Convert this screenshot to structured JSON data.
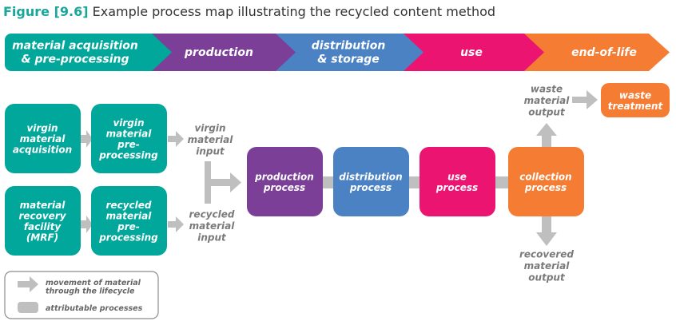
{
  "figure": {
    "number": "Figure [9.6]",
    "caption": "Example process map illustrating the recycled content method"
  },
  "colors": {
    "teal": "#00a79a",
    "purple": "#7b3f98",
    "blue": "#4b82c4",
    "magenta": "#ec1471",
    "orange": "#f57c33",
    "gray": "#bfbfbf",
    "label_gray": "#7a7a7a",
    "title_teal": "#1aa79b"
  },
  "stages": [
    {
      "id": "acquisition",
      "lines": [
        "material acquisition",
        "& pre-processing"
      ]
    },
    {
      "id": "production",
      "lines": [
        "production"
      ]
    },
    {
      "id": "distribution",
      "lines": [
        "distribution",
        "& storage"
      ]
    },
    {
      "id": "use",
      "lines": [
        "use"
      ]
    },
    {
      "id": "end-of-life",
      "lines": [
        "end-of-life"
      ]
    }
  ],
  "boxes": [
    {
      "id": "virgin-material-acquisition",
      "lines": [
        "virgin",
        "material",
        "acquisition"
      ]
    },
    {
      "id": "virgin-material-pre-processing",
      "lines": [
        "virgin",
        "material",
        "pre-",
        "processing"
      ]
    },
    {
      "id": "material-recovery-facility",
      "lines": [
        "material",
        "recovery",
        "facility",
        "(MRF)"
      ]
    },
    {
      "id": "recycled-material-pre-processing",
      "lines": [
        "recycled",
        "material",
        "pre-",
        "processing"
      ]
    },
    {
      "id": "production-process",
      "lines": [
        "production",
        "process"
      ]
    },
    {
      "id": "distribution-process",
      "lines": [
        "distribution",
        "process"
      ]
    },
    {
      "id": "use-process",
      "lines": [
        "use",
        "process"
      ]
    },
    {
      "id": "collection-process",
      "lines": [
        "collection",
        "process"
      ]
    },
    {
      "id": "waste-treatment",
      "lines": [
        "waste",
        "treatment"
      ]
    }
  ],
  "flow_labels": [
    {
      "id": "virgin-material-input",
      "lines": [
        "virgin",
        "material",
        "input"
      ]
    },
    {
      "id": "recycled-material-input",
      "lines": [
        "recycled",
        "material",
        "input"
      ]
    },
    {
      "id": "waste-material-output",
      "lines": [
        "waste",
        "material",
        "output"
      ]
    },
    {
      "id": "recovered-material-output",
      "lines": [
        "recovered",
        "material",
        "output"
      ]
    }
  ],
  "legend": {
    "arrow_lines": [
      "movement of material",
      "through the lifecycle"
    ],
    "box_label": "attributable processes"
  }
}
